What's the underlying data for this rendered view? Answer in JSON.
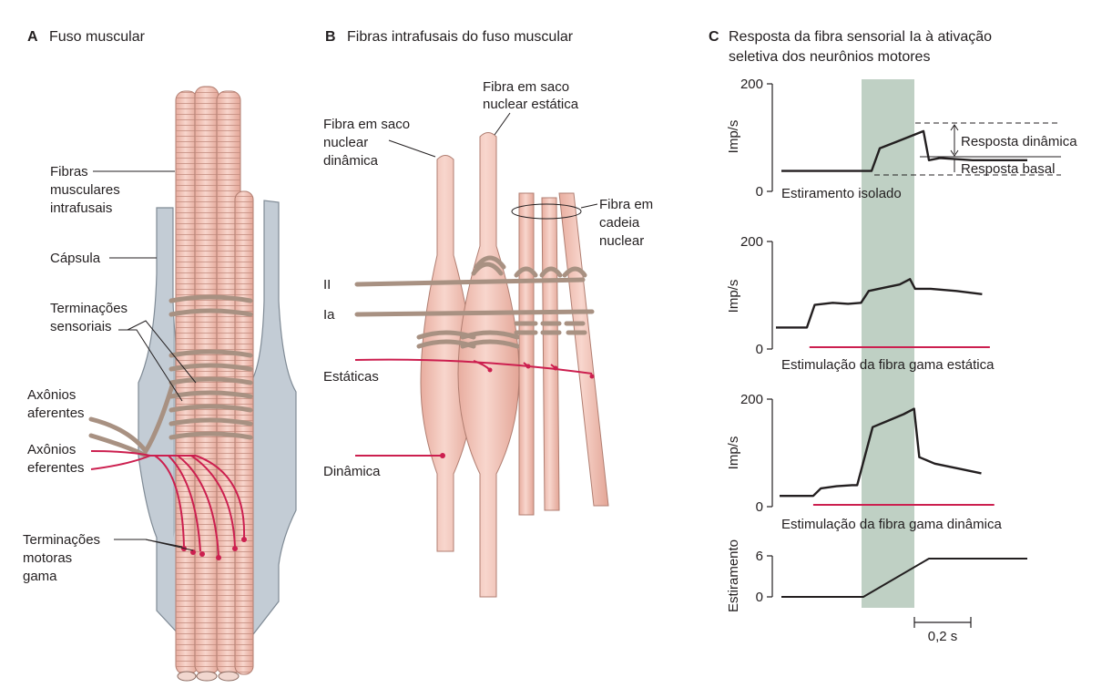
{
  "panelA": {
    "letter": "A",
    "title": "Fuso muscular",
    "labels": {
      "intrafusal_1": "Fibras",
      "intrafusal_2": "musculares",
      "intrafusal_3": "intrafusais",
      "capsule": "Cápsula",
      "sensory_1": "Terminações",
      "sensory_2": "sensoriais",
      "afferent_1": "Axônios",
      "afferent_2": "aferentes",
      "efferent_1": "Axônios",
      "efferent_2": "eferentes",
      "gamma_1": "Terminações",
      "gamma_2": "motoras",
      "gamma_3": "gama"
    }
  },
  "panelB": {
    "letter": "B",
    "title": "Fibras intrafusais do fuso muscular",
    "labels": {
      "dyn_bag_1": "Fibra em saco",
      "dyn_bag_2": "nuclear",
      "dyn_bag_3": "dinâmica",
      "stat_bag_1": "Fibra em saco",
      "stat_bag_2": "nuclear estática",
      "chain_1": "Fibra em",
      "chain_2": "cadeia",
      "chain_3": "nuclear",
      "ii": "II",
      "ia": "Ia",
      "static": "Estáticas",
      "dynamic": "Dinâmica"
    }
  },
  "panelC": {
    "letter": "C",
    "title_1": "Resposta da fibra sensorial Ia à ativação",
    "title_2": "seletiva dos neurônios motores",
    "scale_bar": "0,2 s",
    "annot_dynamic": "Resposta dinâmica",
    "annot_basal": "Resposta basal"
  },
  "colors": {
    "fiber": "#f4c6bd",
    "fiber_stroke": "#b89a8e",
    "capsule": "#c3ccd5",
    "nerve": "#a89182",
    "motor": "#cc1f4f",
    "shade": "#bfd0c4"
  },
  "chart_data": [
    {
      "type": "line",
      "name": "Estiramento isolado",
      "ylabel": "Imp/s",
      "yticks": [
        0,
        200
      ],
      "ylim": [
        0,
        200
      ],
      "xlim": [
        0,
        1.0
      ],
      "stim_bar": false,
      "series": [
        {
          "x": [
            0,
            0.3,
            0.33,
            0.36,
            0.42,
            0.48,
            0.52,
            0.54,
            0.58,
            0.7,
            0.8,
            0.9
          ],
          "y": [
            38,
            38,
            38,
            80,
            92,
            104,
            112,
            58,
            62,
            58,
            58,
            58
          ]
        }
      ]
    },
    {
      "type": "line",
      "name": "Estimulação da fibra gama estática",
      "ylabel": "Imp/s",
      "yticks": [
        0,
        200
      ],
      "ylim": [
        0,
        200
      ],
      "xlim": [
        0,
        1.0
      ],
      "stim_bar": true,
      "stim_range": [
        0.13,
        0.83
      ],
      "series": [
        {
          "x": [
            0,
            0.12,
            0.15,
            0.22,
            0.28,
            0.33,
            0.36,
            0.42,
            0.48,
            0.52,
            0.54,
            0.6,
            0.7,
            0.8
          ],
          "y": [
            40,
            40,
            82,
            86,
            84,
            86,
            108,
            114,
            120,
            130,
            112,
            112,
            108,
            102
          ]
        }
      ]
    },
    {
      "type": "line",
      "name": "Estimulação da fibra gama dinâmica",
      "ylabel": "Imp/s",
      "yticks": [
        0,
        200
      ],
      "ylim": [
        0,
        200
      ],
      "xlim": [
        0,
        1.0
      ],
      "stim_bar": true,
      "stim_range": [
        0.13,
        0.83
      ],
      "series": [
        {
          "x": [
            0,
            0.13,
            0.16,
            0.22,
            0.28,
            0.3,
            0.36,
            0.42,
            0.48,
            0.52,
            0.54,
            0.6,
            0.7,
            0.78
          ],
          "y": [
            20,
            20,
            34,
            38,
            40,
            40,
            148,
            160,
            172,
            182,
            92,
            80,
            70,
            62
          ]
        }
      ]
    },
    {
      "type": "line",
      "name": "",
      "ylabel": "Estiramento",
      "yticks": [
        0,
        6
      ],
      "ylim": [
        0,
        6
      ],
      "xlim": [
        0,
        1.0
      ],
      "series": [
        {
          "x": [
            0,
            0.3,
            0.54,
            0.9
          ],
          "y": [
            0,
            0,
            5.6,
            5.6
          ]
        }
      ]
    }
  ]
}
